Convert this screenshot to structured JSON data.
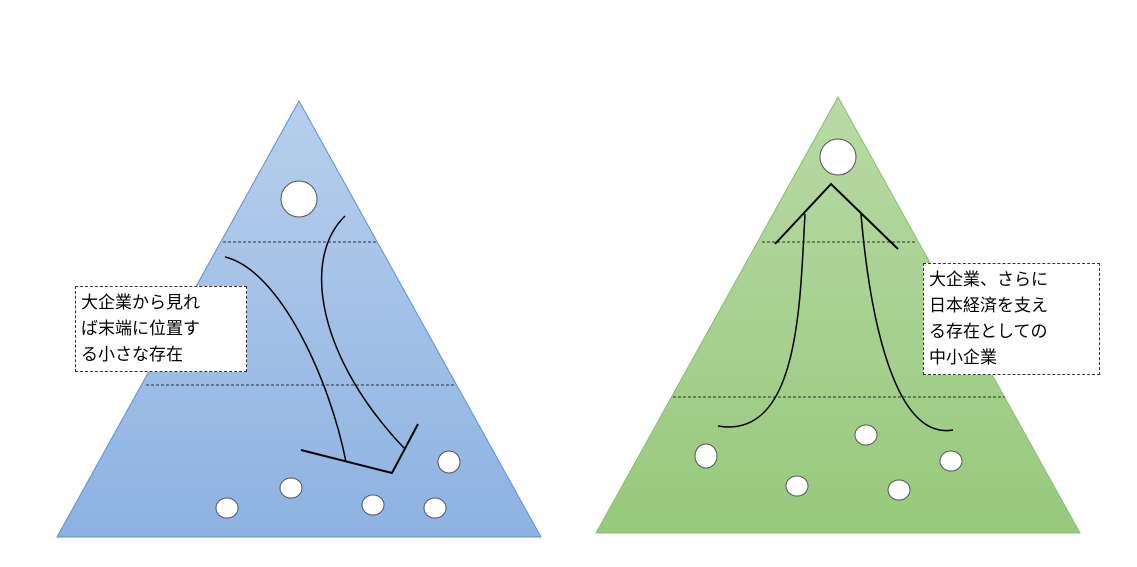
{
  "left_pyramid": {
    "fill_top": "#b7cfec",
    "fill_bottom": "#8db2e2",
    "stroke": "#5b8fd6",
    "callout_lines": [
      "大企業から見れ",
      "ば末端に位置す",
      "る小さな存在"
    ]
  },
  "right_pyramid": {
    "fill_top": "#b9d9a5",
    "fill_bottom": "#97c97c",
    "stroke": "#86c06a",
    "callout_lines": [
      "大企業、さらに",
      "日本経済を支え",
      "る存在としての",
      "中小企業"
    ]
  },
  "circle_color": "#ffffff",
  "line_color": "#000000"
}
